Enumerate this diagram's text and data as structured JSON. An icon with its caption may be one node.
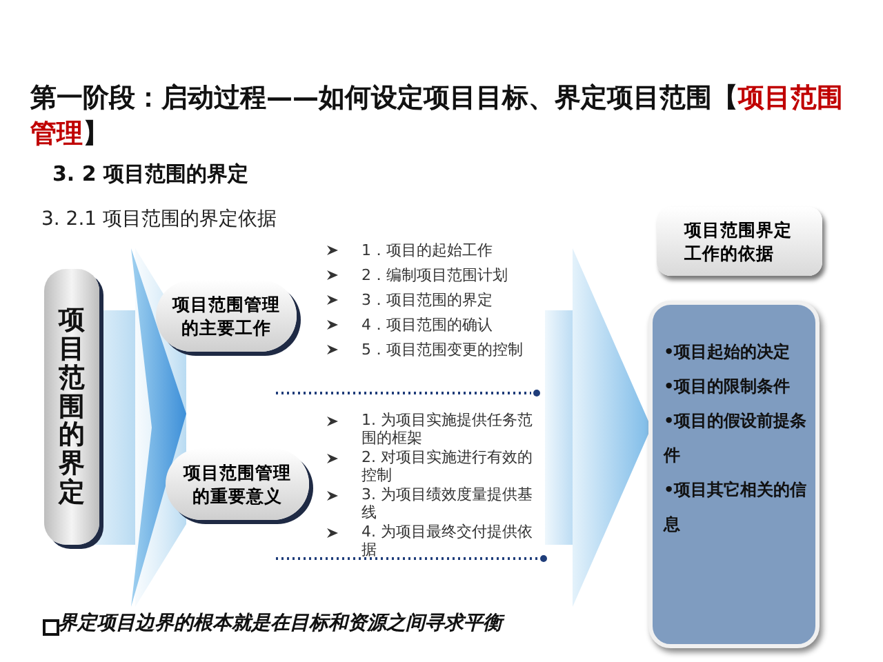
{
  "diagram": {
    "title": "第一阶段：启动过程——如何设定项目目标、界定项目范围【*项目范围管理*】",
    "nodes": [
      {
        "text": [
          "项目范围的界定"
        ]
      },
      {
        "text": [
          "项目范围管理的主要工作"
        ]
      },
      {
        "text": [
          "项目范围管理的重要意义"
        ]
      },
      {
        "text": [
          "项目范围界定工作的依据"
        ]
      },
      {
        "text": [
          "•项目起始的决定",
          "•项目的限制条件",
          "•项目的假设前提条件",
          "•项目其它相关的信息"
        ]
      }
    ],
    "labels": [
      "3. 2 项目范围的界定",
      "3. 2.1 项目范围的界定依据",
      "1．项目的起始工作",
      "2．编制项目范围计划",
      "3．项目范围的界定",
      "4．项目范围的确认",
      "5．项目范围变更的控制",
      "1. 为项目实施提供任务范围的框架",
      "2. 对项目实施进行有效的控制",
      "3. 为项目绩效度量提供基线",
      "4. 为项目最终交付提供依据",
      "界定项目边界的根本就是在目标和资源之间寻求平衡"
    ]
  }
}
